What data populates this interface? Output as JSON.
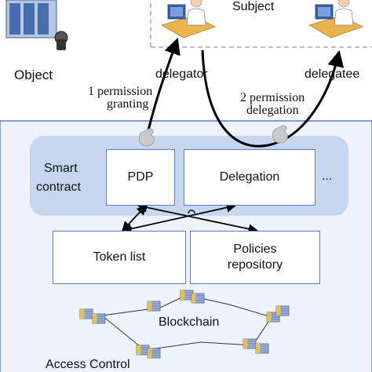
{
  "labels": {
    "subject": "Subject",
    "object": "Object",
    "delegator": "delegator",
    "delegatee": "delegatee",
    "permission_granting_line1": "1  permission",
    "permission_granting_line2": "granting",
    "permission_delegation_line1": "2 permission",
    "permission_delegation_line2": "delegation",
    "smart_contract_line1": "Smart",
    "smart_contract_line2": "contract",
    "pdp": "PDP",
    "delegation": "Delegation",
    "ellipsis": "...",
    "token_list": "Token list",
    "policies_repository_line1": "Policies",
    "policies_repository_line2": "repository",
    "blockchain": "Blockchain",
    "access_control": "Access Control"
  },
  "colors": {
    "section_fill": "#eef3fb",
    "section_border": "#5b7ec7",
    "smart_contract_fill": "#c6d6ef",
    "box_border": "#5b7ec7",
    "subject_dash": "#9a9a9a",
    "arrow": "#000000",
    "hand_icon": "#bfbfbf"
  },
  "icons": {
    "object": "server-rack-icon",
    "subject_users": "user-at-computer-icon",
    "permission_token": "hand-icon",
    "blockchain_nodes": "server-node-icon"
  }
}
